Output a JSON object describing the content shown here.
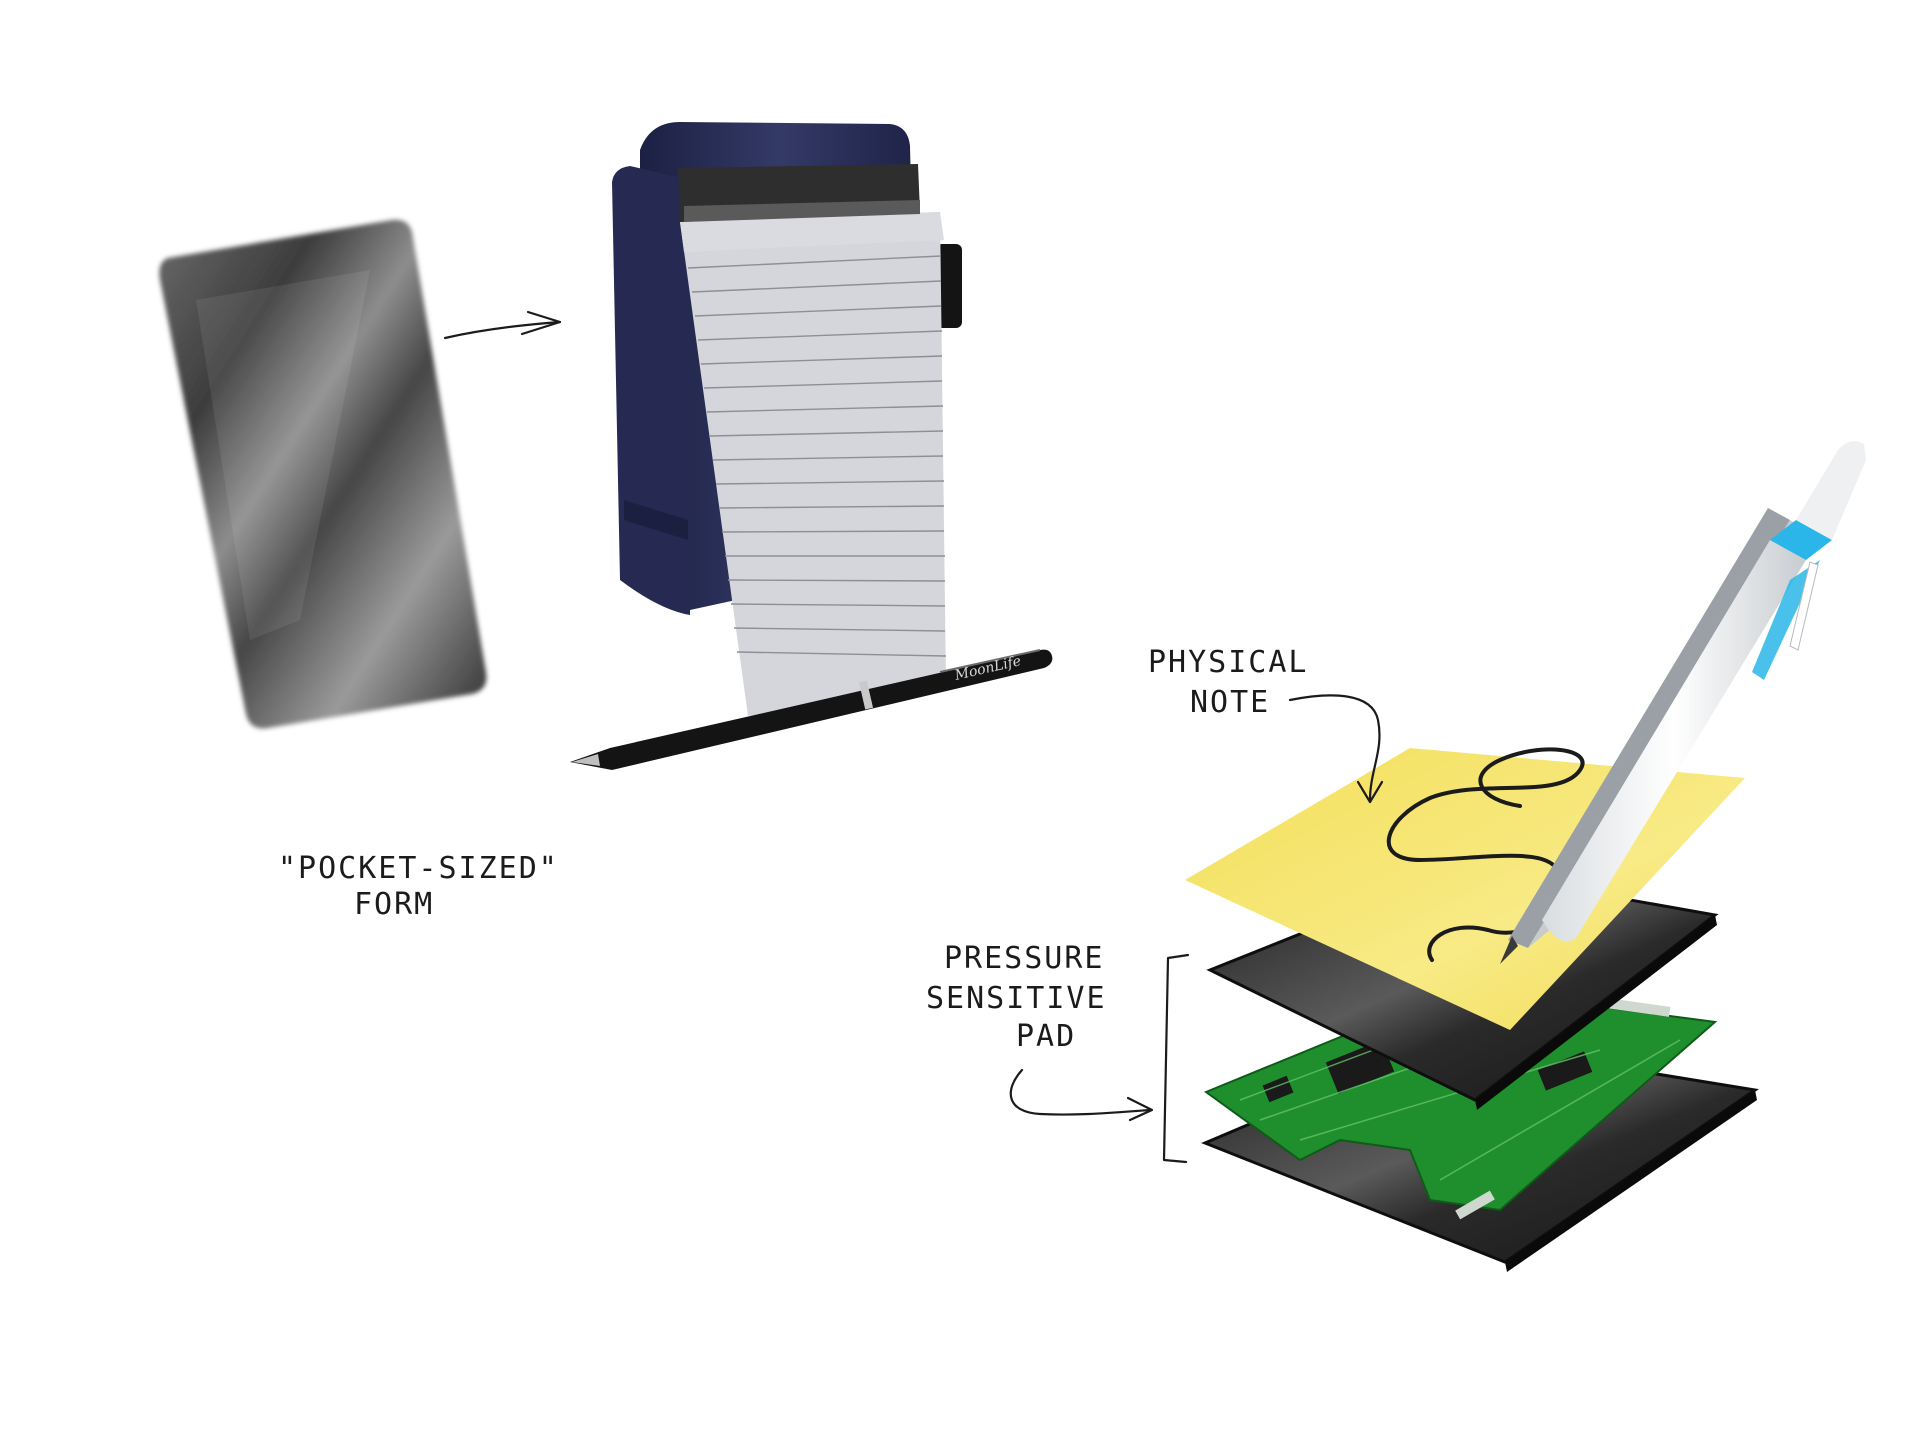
{
  "labels": {
    "pocket_sized": "\"POCKET-SIZED\"",
    "form": "FORM",
    "physical": "PHYSICAL",
    "note": "NOTE",
    "pressure": "PRESSURE",
    "sensitive": "SENSITIVE",
    "pad": "PAD"
  },
  "pen_brand": "MoonLife",
  "colors": {
    "background": "#ffffff",
    "note_yellow": "#f5e46a",
    "pcb_green": "#1f8f2e",
    "folio_navy": "#2a2f55",
    "pad_dark": "#262626",
    "pen_accent": "#2ab6e8",
    "ink": "#1b1b1b"
  },
  "icons": {
    "arrow": "hand-drawn-arrow",
    "bracket": "hand-drawn-bracket"
  }
}
